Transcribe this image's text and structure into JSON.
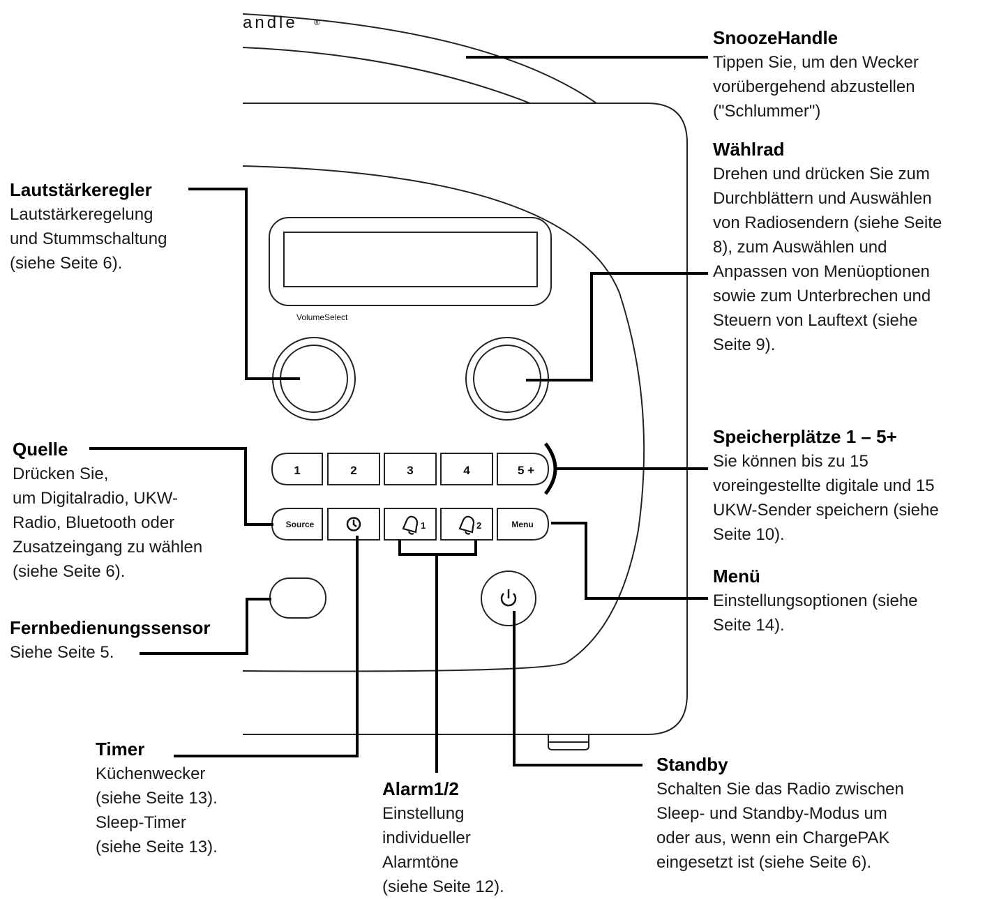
{
  "device": {
    "brand_text": "andle",
    "brand_mark": "®",
    "knob_label": "VolumeSelect",
    "preset_buttons": [
      "1",
      "2",
      "3",
      "4",
      "5 +"
    ],
    "source_button": "Source",
    "menu_button": "Menu",
    "alarm1_suffix": "1",
    "alarm2_suffix": "2"
  },
  "callouts": {
    "snooze": {
      "title": "SnoozeHandle",
      "desc": "Tippen Sie, um den Wecker\nvorübergehend abzustellen\n(\"Schlummer\")"
    },
    "wahlrad": {
      "title": "Wählrad",
      "desc": "Drehen und drücken Sie zum\nDurchblättern und Auswählen\nvon Radiosendern (siehe Seite\n8), zum Auswählen und\nAnpassen von Menüoptionen\nsowie zum Unterbrechen und\nSteuern von Lauftext (siehe\nSeite 9)."
    },
    "lautstaerke": {
      "title": "Lautstärkeregler",
      "desc": "Lautstärkeregelung\nund Stummschaltung\n(siehe Seite 6)."
    },
    "quelle": {
      "title": "Quelle",
      "desc": "Drücken Sie,\num Digitalradio, UKW-\nRadio, Bluetooth oder\nZusatzeingang zu wählen\n(siehe Seite 6)."
    },
    "speicher": {
      "title": "Speicherplätze 1 – 5+",
      "desc": "Sie können bis zu 15\nvoreingestellte digitale und 15\nUKW-Sender speichern (siehe\nSeite 10)."
    },
    "menu": {
      "title": "Menü",
      "desc": "Einstellungsoptionen (siehe\nSeite 14)."
    },
    "fernbedienung": {
      "title": "Fernbedienungssensor",
      "desc": "Siehe Seite 5."
    },
    "timer": {
      "title": "Timer",
      "desc": "Küchenwecker\n(siehe Seite 13).\nSleep-Timer\n(siehe Seite 13)."
    },
    "alarm": {
      "title": "Alarm1/2",
      "desc": "Einstellung\nindividueller\nAlarmtöne\n(siehe Seite 12)."
    },
    "standby": {
      "title": "Standby",
      "desc": "Schalten Sie das Radio zwischen\nSleep- und Standby-Modus um\noder aus, wenn ein ChargePAK\neingesetzt ist (siehe Seite 6)."
    }
  },
  "icons": {
    "timer": "clock-icon",
    "alarm1": "bell-icon",
    "alarm2": "bell-icon",
    "standby": "power-icon"
  }
}
